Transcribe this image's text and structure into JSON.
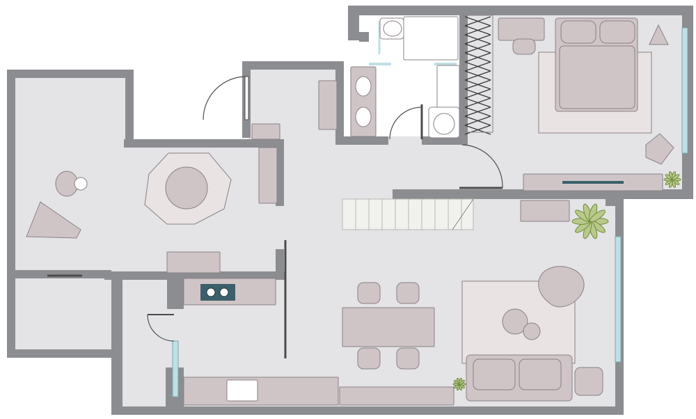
{
  "plan": {
    "colors": {
      "wall": "#8c8d91",
      "floor": "#e4e3e6",
      "furniture": "#cfc5c7",
      "furniture_stroke": "#8a8185",
      "appliance": "#ffffff",
      "glass": "#bfe0e4",
      "hob": "#3b5f6b",
      "rug": "#e9e3e4",
      "plant": "#6e8a3a",
      "door_line": "#4b4b4b",
      "closet_hatch": "#3a3a3a",
      "stairs": "#f1f2ee"
    },
    "rooms": [
      "balcony",
      "entry-hall",
      "bathroom",
      "toilet",
      "bedroom",
      "living-dining",
      "kitchen",
      "lounge",
      "storage"
    ],
    "furniture": [
      "bed",
      "desk",
      "desk-chair",
      "bedroom-armchair",
      "bedroom-sideboard",
      "octagon-seating",
      "sofa",
      "armchair",
      "coffee-table",
      "side-table",
      "dining-table",
      "dining-chair",
      "kitchen-counter",
      "kitchen-sink",
      "hob",
      "bathtub",
      "double-basin",
      "wc",
      "bathroom-wc",
      "stairs",
      "balcony-table",
      "balcony-lounger",
      "hall-bench",
      "hall-console",
      "closet"
    ],
    "plants": [
      "plant-bedroom",
      "plant-living",
      "plant-sofa"
    ]
  }
}
